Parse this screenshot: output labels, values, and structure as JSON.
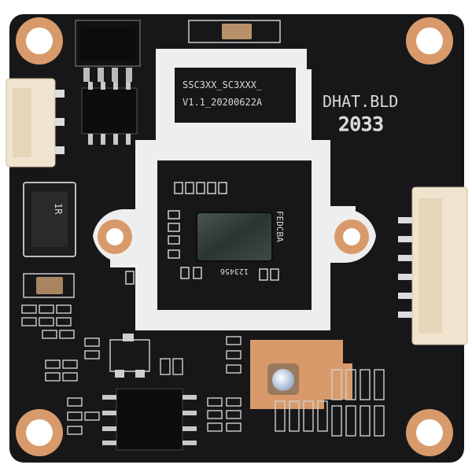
{
  "board": {
    "firmware_label": "SSC3XX_SC3XXX_",
    "version_label": "V1.1_20200622A",
    "maker_label": "DHAT.BLD",
    "batch_label": "2033",
    "chip_pins_right": "FEDCBA",
    "chip_pins_bottom": "123456",
    "inductor_label": "1R",
    "colors": {
      "pcb": "#17171a",
      "silkscreen": "#f2f2f2",
      "copper": "#d89a6a",
      "connector": "#f1e4cf"
    }
  }
}
